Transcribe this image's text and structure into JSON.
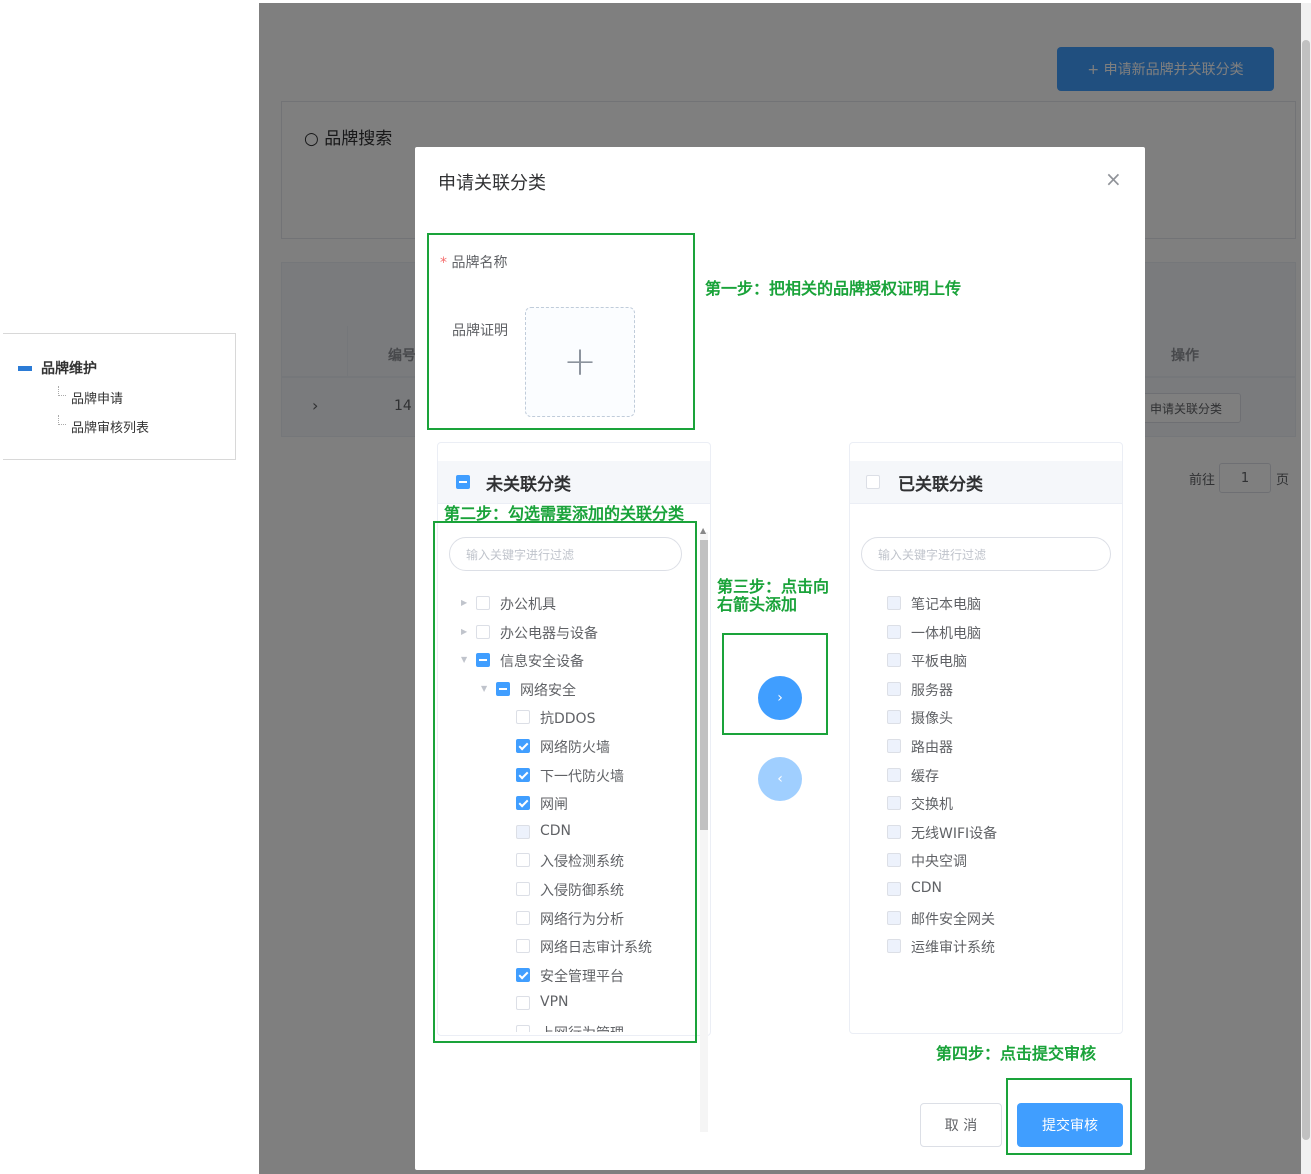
{
  "left_tree": {
    "root": "品牌维护",
    "children": [
      "品牌申请",
      "品牌审核列表"
    ]
  },
  "page": {
    "add_button": "+ 申请新品牌并关联分类",
    "search_title": "品牌搜索",
    "table": {
      "col_number": "编号",
      "col_action": "操作",
      "row_id": "14",
      "row_action": "申请关联分类"
    },
    "pager": {
      "goto_label": "前往",
      "page_value": "1",
      "page_suffix": "页"
    }
  },
  "dialog": {
    "title": "申请关联分类",
    "close_icon": "×",
    "brand_name_label": "品牌名称",
    "brand_proof_label": "品牌证明",
    "upload_icon": "+",
    "left_panel": {
      "title": "未关联分类",
      "filter_placeholder": "输入关键字进行过滤",
      "items": [
        {
          "label": "办公机具",
          "level": 0,
          "state": "unchecked",
          "caret": "right"
        },
        {
          "label": "办公电器与设备",
          "level": 0,
          "state": "unchecked",
          "caret": "right"
        },
        {
          "label": "信息安全设备",
          "level": 0,
          "state": "indeterminate",
          "caret": "down"
        },
        {
          "label": "网络安全",
          "level": 1,
          "state": "indeterminate",
          "caret": "down"
        },
        {
          "label": "抗DDOS",
          "level": 2,
          "state": "unchecked"
        },
        {
          "label": "网络防火墙",
          "level": 2,
          "state": "checked"
        },
        {
          "label": "下一代防火墙",
          "level": 2,
          "state": "checked"
        },
        {
          "label": "网闸",
          "level": 2,
          "state": "checked"
        },
        {
          "label": "CDN",
          "level": 2,
          "state": "disabled"
        },
        {
          "label": "入侵检测系统",
          "level": 2,
          "state": "unchecked"
        },
        {
          "label": "入侵防御系统",
          "level": 2,
          "state": "unchecked"
        },
        {
          "label": "网络行为分析",
          "level": 2,
          "state": "unchecked"
        },
        {
          "label": "网络日志审计系统",
          "level": 2,
          "state": "unchecked"
        },
        {
          "label": "安全管理平台",
          "level": 2,
          "state": "checked"
        },
        {
          "label": "VPN",
          "level": 2,
          "state": "unchecked"
        },
        {
          "label": "上网行为管理",
          "level": 2,
          "state": "unchecked"
        }
      ]
    },
    "right_panel": {
      "title": "已关联分类",
      "filter_placeholder": "输入关键字进行过滤",
      "items": [
        "笔记本电脑",
        "一体机电脑",
        "平板电脑",
        "服务器",
        "摄像头",
        "路由器",
        "缓存",
        "交换机",
        "无线WIFI设备",
        "中央空调",
        "CDN",
        "邮件安全网关",
        "运维审计系统"
      ]
    },
    "move_right_icon": "›",
    "move_left_icon": "‹",
    "cancel_button": "取 消",
    "submit_button": "提交审核"
  },
  "annotations": {
    "step1": "第一步：把相关的品牌授权证明上传",
    "step2": "第二步：勾选需要添加的关联分类",
    "step3_line1": "第三步：点击向",
    "step3_line2": "右箭头添加",
    "step4": "第四步：点击提交审核"
  },
  "colors": {
    "primary": "#409eff",
    "annotation_green": "#1aa33a",
    "overlay": "rgba(0,0,0,0.5)"
  }
}
